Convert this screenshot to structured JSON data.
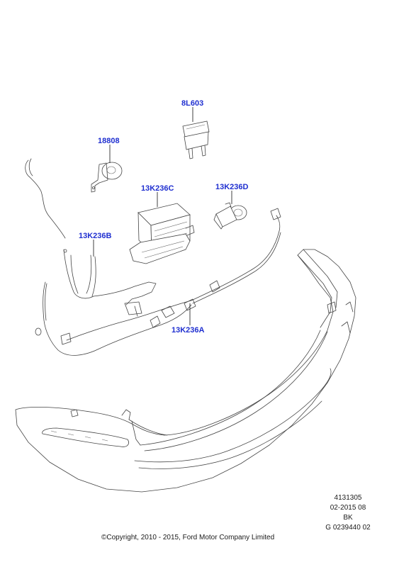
{
  "parts": {
    "p8L603": "8L603",
    "p18808": "18808",
    "p13K236C": "13K236C",
    "p13K236D": "13K236D",
    "p13K236B": "13K236B",
    "p13K236A": "13K236A"
  },
  "reference": {
    "number": "4131305",
    "date": "02-2015 08",
    "code": "BK",
    "graphic_id": "G 0239440 02"
  },
  "copyright": "©Copyright, 2010 - 2015, Ford Motor Company Limited",
  "colors": {
    "label": "#1f2fd0",
    "line": "#444444"
  }
}
